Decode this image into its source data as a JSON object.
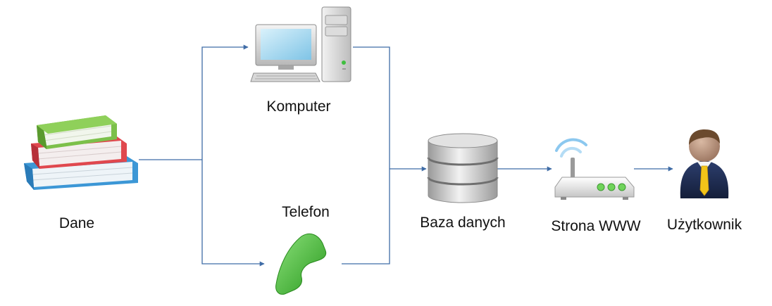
{
  "nodes": {
    "dane": {
      "label": "Dane",
      "icon": "books-icon"
    },
    "komputer": {
      "label": "Komputer",
      "icon": "desktop-computer-icon"
    },
    "telefon": {
      "label": "Telefon",
      "icon": "phone-handset-icon"
    },
    "baza": {
      "label": "Baza danych",
      "icon": "database-icon"
    },
    "strona": {
      "label": "Strona WWW",
      "icon": "wifi-router-icon"
    },
    "uzytkownik": {
      "label": "Użytkownik",
      "icon": "user-icon"
    }
  },
  "edges": [
    {
      "from": "dane",
      "to": "komputer"
    },
    {
      "from": "dane",
      "to": "telefon"
    },
    {
      "from": "komputer",
      "to": "baza"
    },
    {
      "from": "telefon",
      "to": "baza"
    },
    {
      "from": "baza",
      "to": "strona"
    },
    {
      "from": "strona",
      "to": "uzytkownik"
    }
  ],
  "colors": {
    "connector": "#3f6ca6",
    "book_green": "#7cc04a",
    "book_red": "#e0484e",
    "book_blue": "#3c97d6",
    "phone_green": "#3dab2e",
    "suit_navy": "#1d2b4f",
    "tie_yellow": "#f2c419"
  }
}
